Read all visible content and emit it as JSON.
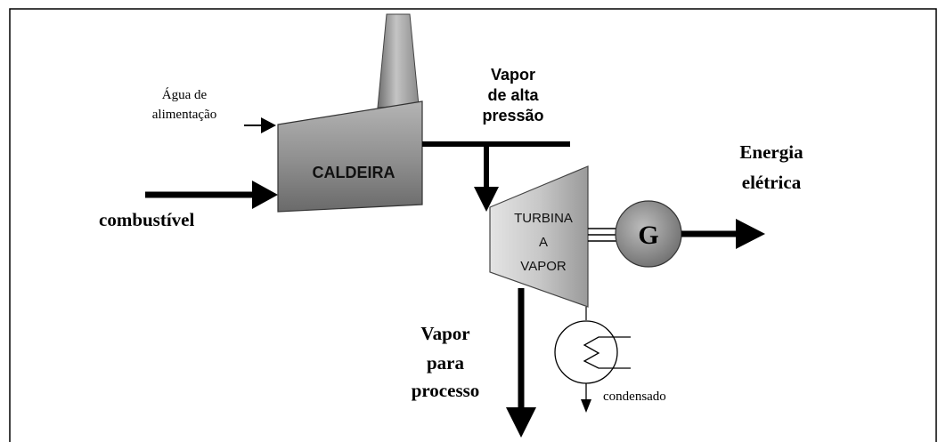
{
  "diagram": {
    "labels": {
      "agua_line1": "Água de",
      "agua_line2": "alimentação",
      "combustivel": "combustível",
      "caldeira": "CALDEIRA",
      "vapor_alta_1": "Vapor",
      "vapor_alta_2": "de alta",
      "vapor_alta_3": "pressão",
      "turbina_1": "TURBINA",
      "turbina_2": "A",
      "turbina_3": "VAPOR",
      "gerador": "G",
      "energia_1": "Energia",
      "energia_2": "elétrica",
      "vapor_processo_1": "Vapor",
      "vapor_processo_2": "para",
      "vapor_processo_3": "processo",
      "condensado": "condensado"
    }
  }
}
